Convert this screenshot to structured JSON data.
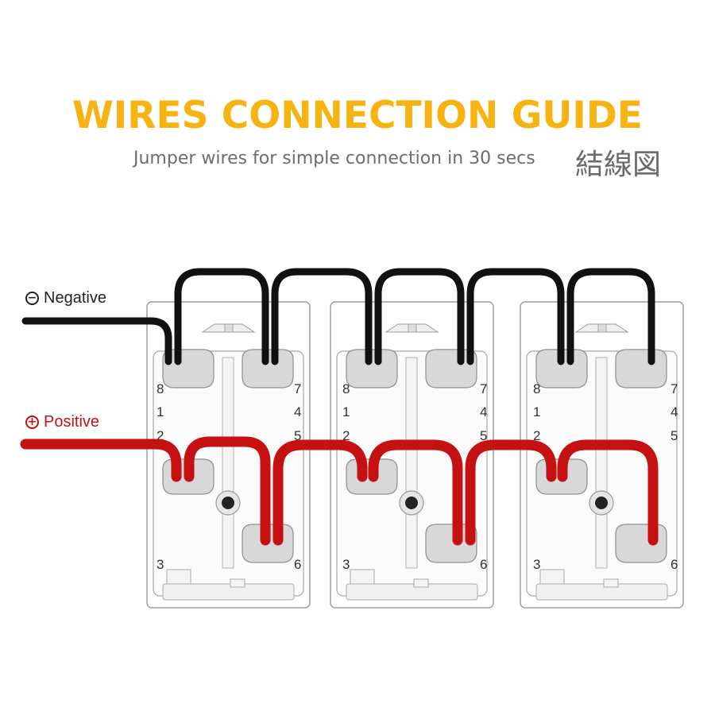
{
  "header": {
    "title": "WIRES CONNECTION GUIDE",
    "subtitle": "Jumper wires for simple connection in 30 secs",
    "japanese_label": "結線図"
  },
  "legend": {
    "negative_symbol": "−",
    "negative_label": "Negative",
    "positive_symbol": "+",
    "positive_label": "Positive"
  },
  "colors": {
    "title": "#f6b311",
    "negative_wire": "#111111",
    "positive_wire": "#c51111",
    "switch_outline": "#9a9a9a",
    "terminal": "#d6d6d6"
  },
  "switches": [
    {
      "name": "switch-1",
      "pins": [
        "8",
        "7",
        "1",
        "4",
        "2",
        "5",
        "3",
        "6"
      ]
    },
    {
      "name": "switch-2",
      "pins": [
        "8",
        "7",
        "1",
        "4",
        "2",
        "5",
        "3",
        "6"
      ]
    },
    {
      "name": "switch-3",
      "pins": [
        "8",
        "7",
        "1",
        "4",
        "2",
        "5",
        "3",
        "6"
      ]
    }
  ]
}
